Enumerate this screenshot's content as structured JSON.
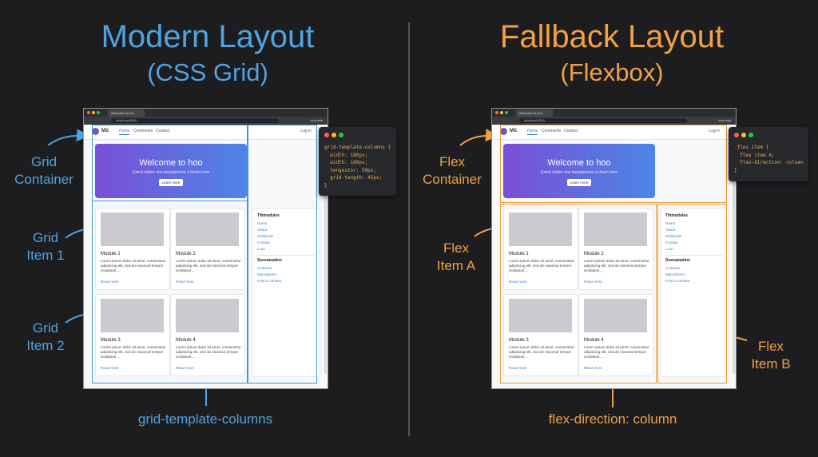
{
  "left": {
    "title": "Modern Layout",
    "subtitle": "(CSS Grid)",
    "labels": {
      "container": [
        "Grid",
        "Container"
      ],
      "item1": [
        "Grid",
        "Item 1"
      ],
      "item2": [
        "Grid",
        "Item 2"
      ],
      "bottom": "grid-template-columns"
    },
    "code_lines": [
      "grid-template-columns {",
      "  width: 180px;",
      "  width: 180px;",
      "  tengestor: 50px;",
      "  grid-tength: 45px;",
      "}"
    ],
    "accent": "#4fa3e0"
  },
  "right": {
    "title": "Fallback Layout",
    "subtitle": "(Flexbox)",
    "labels": {
      "container": [
        "Flex",
        "Container"
      ],
      "item_a": [
        "Flex",
        "Item A"
      ],
      "item_b": [
        "Flex",
        "Item B"
      ],
      "bottom": "flex-direction: column"
    },
    "code_lines": [
      ".flex item {",
      "  flex item A;",
      "  flex-direction: coluen",
      "}"
    ],
    "accent": "#f0a144"
  },
  "mock": {
    "tab_title": "Welcome to hoo",
    "url": "localhost:3000",
    "profile": "incumdia",
    "logo_text": "MS",
    "nav": [
      "Home",
      "Comments",
      "Contact"
    ],
    "login": "Log in",
    "hero_title": "Welcome to hoo",
    "hero_sub": "Extrol soldor one breadenione a thoon here",
    "hero_button": "Learn more",
    "cards": [
      {
        "title": "Module 1",
        "text": "Lorem ipsum dolor sit amet, consectetur adipiscing elit, sed do eiusmod tempor incididunt ...",
        "link": "Read more"
      },
      {
        "title": "Module 2",
        "text": "Lorem ipsum dolor sit amet, consectetur adipiscing elit, sed do eiusmod tempor incididunt ...",
        "link": "Read more"
      },
      {
        "title": "Module 3",
        "text": "Lorem ipsum dolor sit amet, consectetur adipiscing elit, sed do eiusmod tempor incididunt ...",
        "link": "Read more"
      },
      {
        "title": "Module 4",
        "text": "Lorem ipsum dolor sit amet, consectetur adipiscing elit, sed do eiusmod tempor incididunt ...",
        "link": "Read more"
      }
    ],
    "sidebar": {
      "heading1": "Titimodules",
      "links1": [
        "Home",
        "About",
        "Solitenals",
        "Contact",
        "Lcon"
      ],
      "heading2": "Soceamatins",
      "links2": [
        "Acdeons",
        "Macodeens",
        "Post in content"
      ]
    }
  }
}
